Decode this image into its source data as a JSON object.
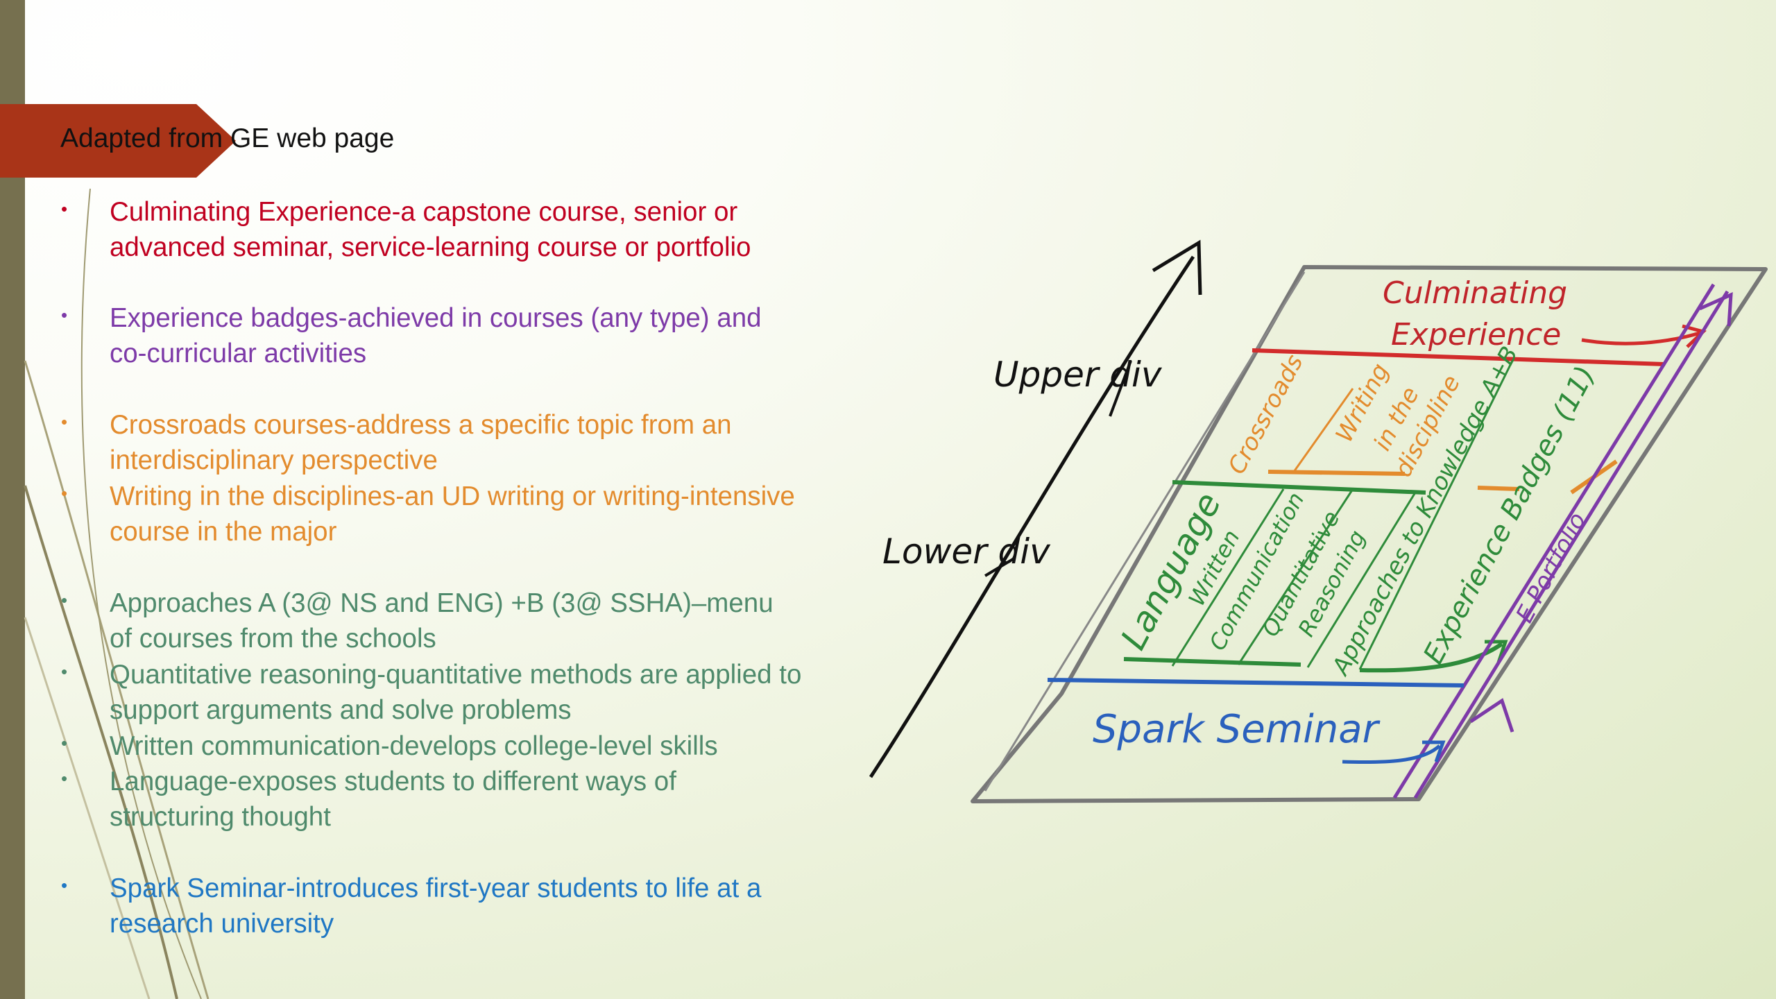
{
  "title": "Adapted from GE web page",
  "bullets": [
    {
      "lines": [
        "Culminating Experience-a capstone course, senior or",
        "advanced seminar, service-learning course or portfolio"
      ]
    },
    {
      "lines": [
        "Experience badges-achieved in courses (any type) and",
        "co-curricular activities"
      ]
    },
    {
      "lines": [
        "Crossroads courses-address a specific topic from an",
        "interdisciplinary perspective"
      ]
    },
    {
      "lines": [
        "Writing in the disciplines-an UD writing or writing-intensive",
        "course in the major"
      ]
    },
    {
      "lines": [
        "Approaches A (3@ NS and ENG) +B (3@ SSHA)–menu",
        "of courses from the schools"
      ]
    },
    {
      "lines": [
        "Quantitative reasoning-quantitative methods are applied to",
        "support arguments and solve problems"
      ]
    },
    {
      "lines": [
        "Written communication-develops college-level skills"
      ]
    },
    {
      "lines": [
        "Language-exposes students to different ways of",
        "structuring thought"
      ]
    },
    {
      "lines": [
        "Spark Seminar-introduces first-year students to life at a",
        "research university"
      ]
    }
  ],
  "diagram": {
    "upper_div": "Upper div",
    "lower_div": "Lower div",
    "culminating_1": "Culminating",
    "culminating_2": "Experience",
    "crossroads": "Crossroads",
    "writing_1": "Writing",
    "writing_2": "in the",
    "writing_3": "discipline",
    "language": "Language",
    "written_1": "Written",
    "written_2": "Communication",
    "quant_1": "Quantitative",
    "quant_2": "Reasoning",
    "approaches": "Approaches to Knowledge A+B",
    "badges": "Experience Badges (11)",
    "portfolio": "E Portfolio",
    "spark": "Spark Seminar"
  },
  "colors": {
    "banner": "#a93418",
    "sidebar": "#76704f",
    "red": "#c00020",
    "purple": "#7d3aa8",
    "orange": "#e38b2d",
    "teal": "#4f8a6c",
    "blue": "#1f77c4",
    "green": "#2e8b3a",
    "outline": "#777777"
  }
}
